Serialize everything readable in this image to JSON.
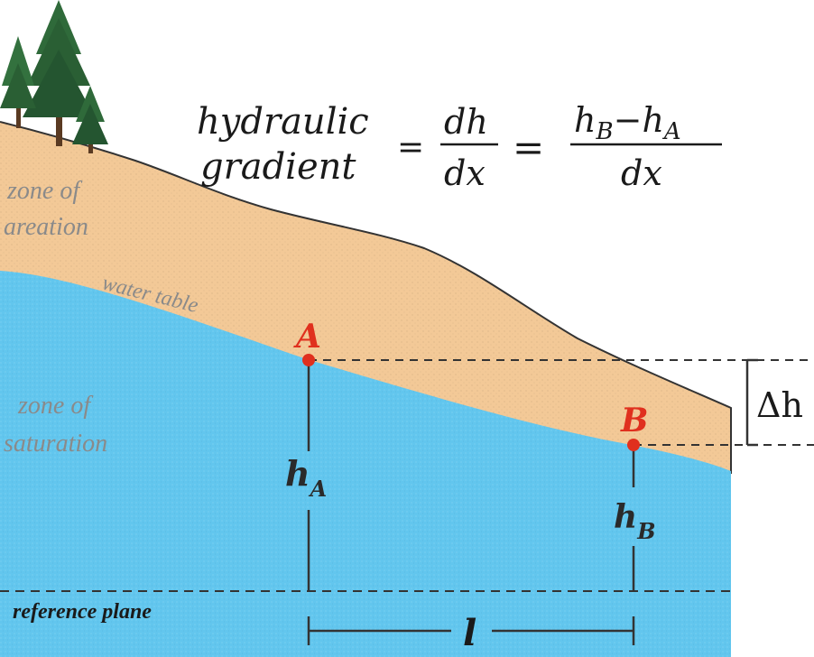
{
  "formula": {
    "left_line1": "hydraulic",
    "left_line2": "gradient",
    "equals": "=",
    "frac1_num": "dh",
    "frac1_den": "dx",
    "equals2": "=",
    "frac2_num_a": "h",
    "frac2_num_sub_b": "B",
    "frac2_num_minus": "−",
    "frac2_num_b": "h",
    "frac2_num_sub_a": "A",
    "frac2_den": "dx"
  },
  "zones": {
    "aeration_line1": "zone of",
    "aeration_line2": "areation",
    "saturation_line1": "zone of",
    "saturation_line2": "saturation",
    "water_table": "water table"
  },
  "points": {
    "a_label": "A",
    "b_label": "B"
  },
  "heads": {
    "ha_main": "h",
    "ha_sub": "A",
    "hb_main": "h",
    "hb_sub": "B",
    "delta_h": "Δh",
    "length": "l"
  },
  "reference_plane": "reference plane",
  "colors": {
    "soil": "#f3c997",
    "water": "#62c6ee",
    "point": "#e0301e",
    "line": "#333333"
  }
}
